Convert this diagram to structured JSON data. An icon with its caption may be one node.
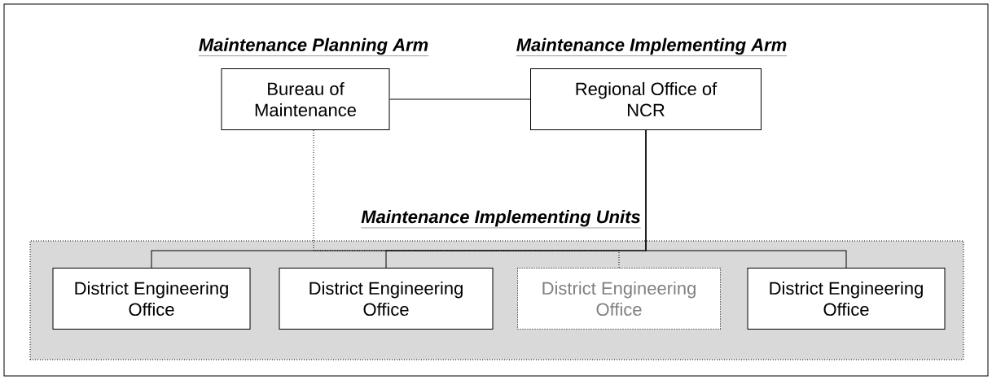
{
  "diagram": {
    "nodes": [
      {
        "text": [
          "Bureau of Maintenance"
        ],
        "beside": [
          "Maintenance Planning Arm"
        ]
      },
      {
        "text": [
          "Regional Office of NCR"
        ],
        "beside": [
          "Maintenance Implementing Arm"
        ]
      },
      {
        "text": [
          "Maintenance Implementing Units"
        ]
      },
      {
        "text": [
          "District Engineering Office"
        ],
        "in": 2
      },
      {
        "text": [
          "District Engineering Office"
        ],
        "in": 2
      },
      {
        "text": [
          "District Engineering Office"
        ],
        "in": 2
      },
      {
        "text": [
          "District Engineering Office"
        ],
        "in": 2
      }
    ],
    "edges": [
      {
        "from": 0,
        "to": 1,
        "arrow": "none"
      },
      {
        "from": 0,
        "to": 5,
        "arrow": "none",
        "style": "dashed"
      },
      {
        "from": 1,
        "to": 3,
        "arrow": "none"
      },
      {
        "from": 1,
        "to": 4,
        "arrow": "none"
      },
      {
        "from": 1,
        "to": 6,
        "arrow": "none"
      }
    ]
  }
}
